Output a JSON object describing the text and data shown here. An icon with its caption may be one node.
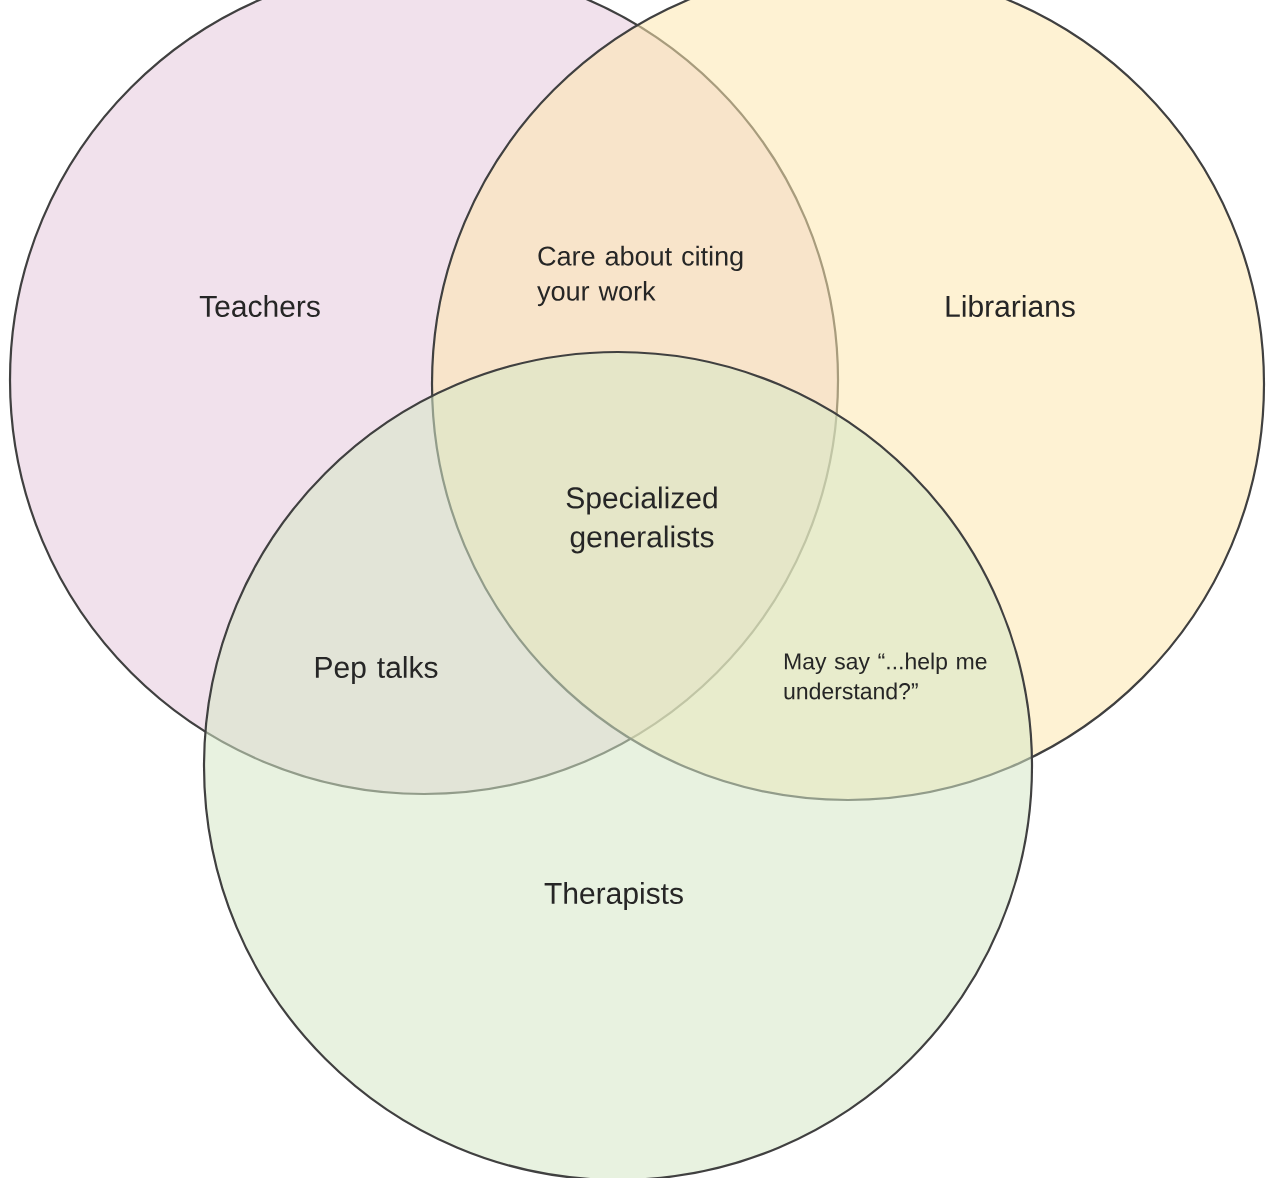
{
  "diagram": {
    "nodes": [
      {
        "text": [
          "Teachers"
        ]
      },
      {
        "text": [
          "Librarians"
        ]
      },
      {
        "text": [
          "Therapists"
        ]
      }
    ],
    "labels": [
      "Care about citing your work",
      "Specialized generalists",
      "Pep talks",
      "May say “...help me understand?”"
    ]
  }
}
